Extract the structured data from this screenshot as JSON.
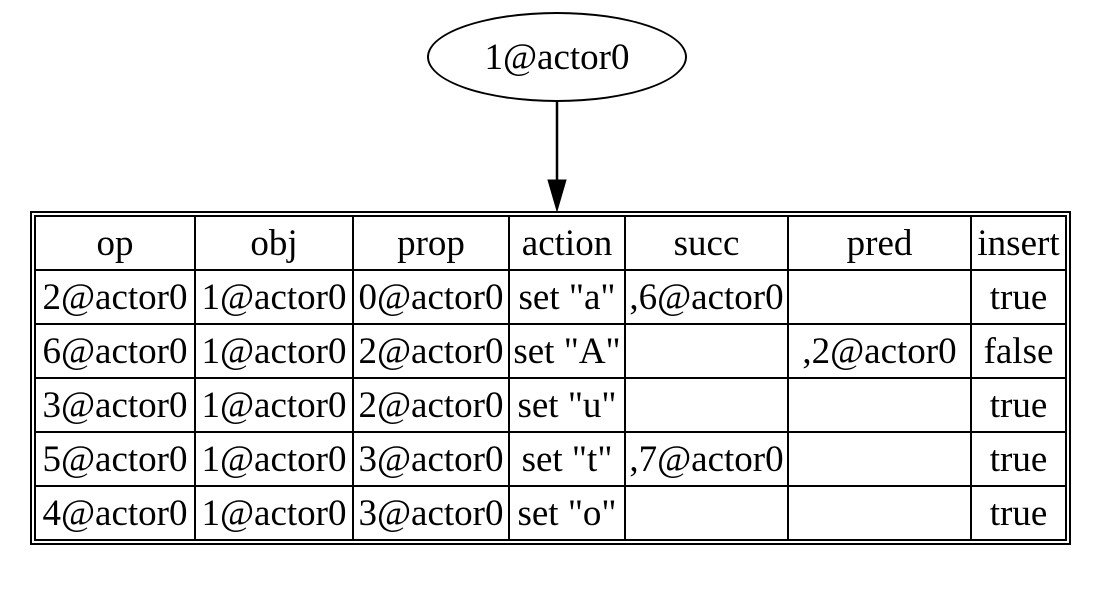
{
  "node": {
    "label": "1@actor0"
  },
  "edge": {
    "direction": "down"
  },
  "table": {
    "headers": [
      "op",
      "obj",
      "prop",
      "action",
      "succ",
      "pred",
      "insert"
    ],
    "rows": [
      [
        "2@actor0",
        "1@actor0",
        "0@actor0",
        "set \"a\"",
        ",6@actor0",
        "",
        "true"
      ],
      [
        "6@actor0",
        "1@actor0",
        "2@actor0",
        "set \"A\"",
        "",
        ",2@actor0",
        "false"
      ],
      [
        "3@actor0",
        "1@actor0",
        "2@actor0",
        "set \"u\"",
        "",
        "",
        "true"
      ],
      [
        "5@actor0",
        "1@actor0",
        "3@actor0",
        "set \"t\"",
        ",7@actor0",
        "",
        "true"
      ],
      [
        "4@actor0",
        "1@actor0",
        "3@actor0",
        "set \"o\"",
        "",
        "",
        "true"
      ]
    ]
  }
}
